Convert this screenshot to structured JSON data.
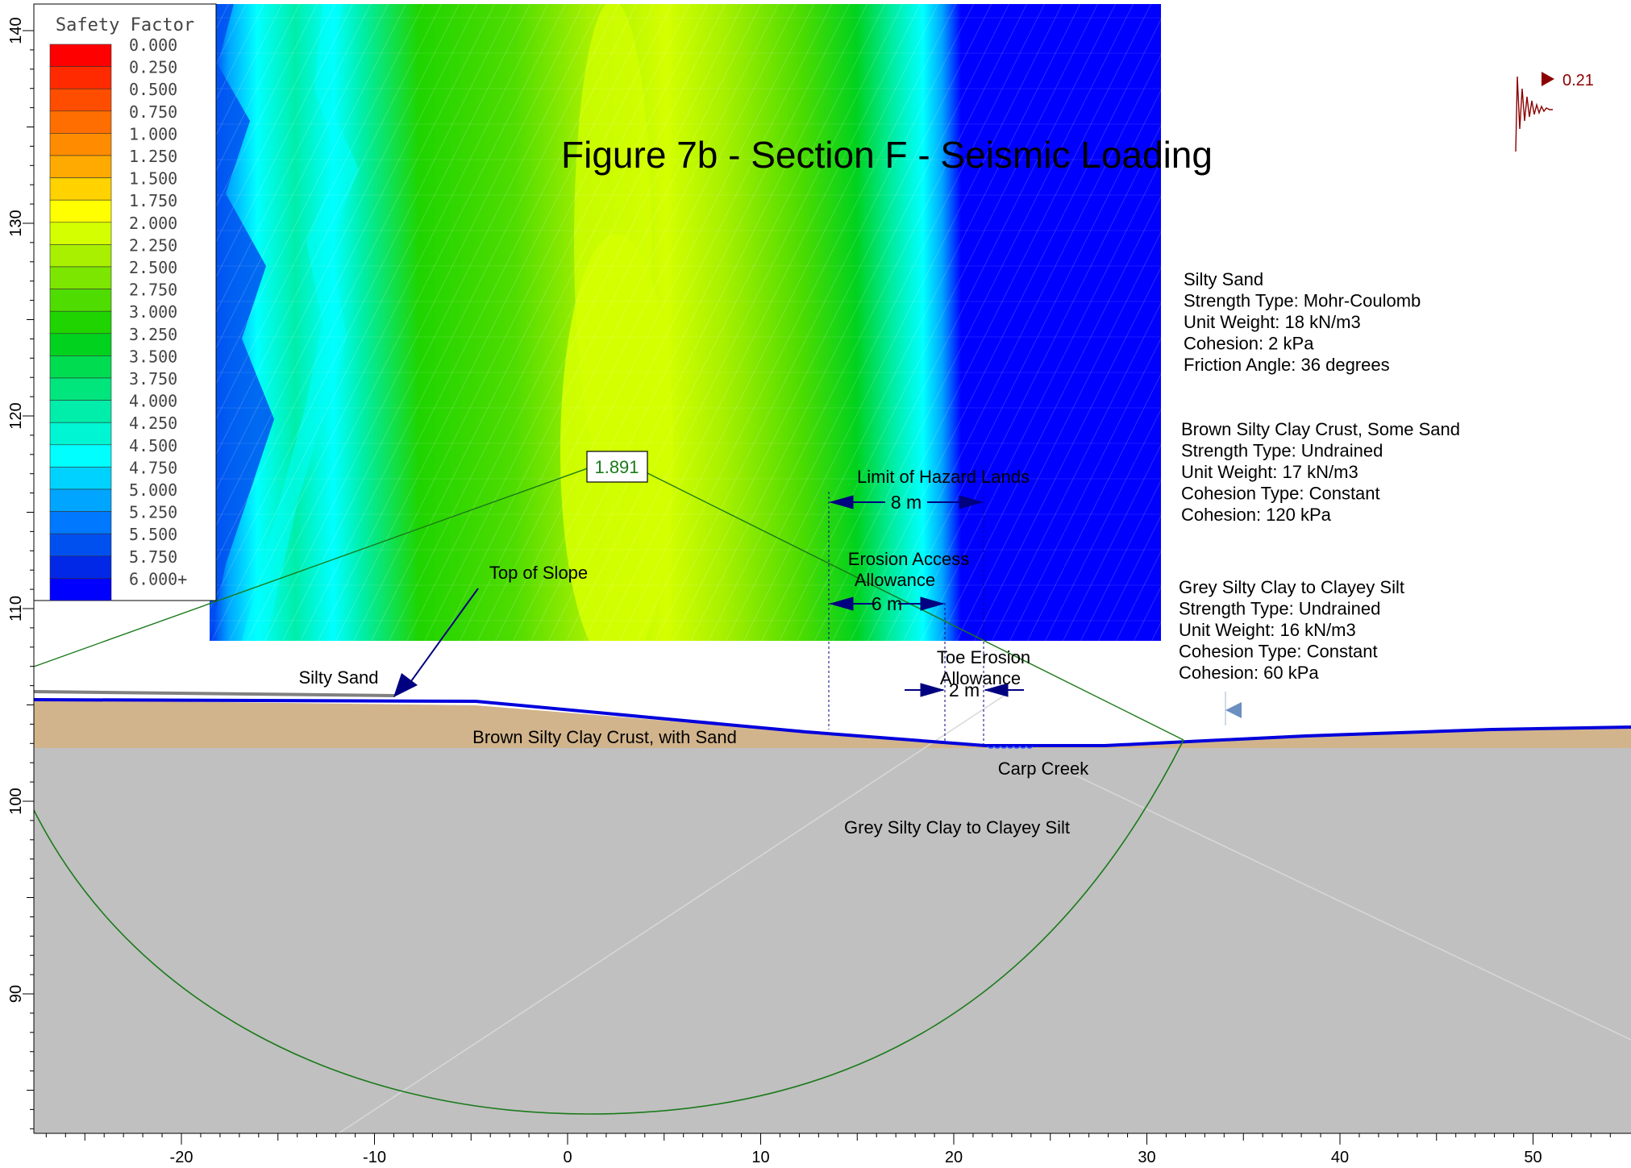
{
  "title": "Figure 7b - Section F - Seismic Loading",
  "legend": {
    "heading": "Safety Factor",
    "entries": [
      {
        "label": "0.000",
        "color": "#ff0000"
      },
      {
        "label": "0.250",
        "color": "#ff2a00"
      },
      {
        "label": "0.500",
        "color": "#ff4d00"
      },
      {
        "label": "0.750",
        "color": "#ff6e00"
      },
      {
        "label": "1.000",
        "color": "#ff8c00"
      },
      {
        "label": "1.250",
        "color": "#ffaa00"
      },
      {
        "label": "1.500",
        "color": "#ffd200"
      },
      {
        "label": "1.750",
        "color": "#ffff00"
      },
      {
        "label": "2.000",
        "color": "#d4ff00"
      },
      {
        "label": "2.250",
        "color": "#a8f000"
      },
      {
        "label": "2.500",
        "color": "#7de600"
      },
      {
        "label": "2.750",
        "color": "#4fdc00"
      },
      {
        "label": "3.000",
        "color": "#1fd400"
      },
      {
        "label": "3.250",
        "color": "#00d21e"
      },
      {
        "label": "3.500",
        "color": "#00dc50"
      },
      {
        "label": "3.750",
        "color": "#00e67d"
      },
      {
        "label": "4.000",
        "color": "#00eeaa"
      },
      {
        "label": "4.250",
        "color": "#00f5d2"
      },
      {
        "label": "4.500",
        "color": "#00ffff"
      },
      {
        "label": "4.750",
        "color": "#00d2ff"
      },
      {
        "label": "5.000",
        "color": "#00a5ff"
      },
      {
        "label": "5.250",
        "color": "#0078ff"
      },
      {
        "label": "5.500",
        "color": "#0050f0"
      },
      {
        "label": "5.750",
        "color": "#0028e6"
      },
      {
        "label": "6.000+",
        "color": "#0000ff"
      }
    ]
  },
  "axes": {
    "x_ticks": [
      "-20",
      "-10",
      "0",
      "10",
      "20",
      "30",
      "40",
      "50"
    ],
    "y_ticks": [
      "140",
      "130",
      "120",
      "110",
      "100",
      "90"
    ]
  },
  "seismic": {
    "coefficient": "0.21"
  },
  "safety_factor_label": "1.891",
  "annotations": {
    "top_of_slope": "Top of Slope",
    "silty_sand": "Silty Sand",
    "brown_layer": "Brown Silty Clay Crust, with Sand",
    "grey_layer": "Grey Silty Clay to Clayey Silt",
    "carp_creek": "Carp Creek",
    "hazard_title": "Limit of Hazard Lands",
    "hazard_dim": "8 m",
    "erosion_title_1": "Erosion Access",
    "erosion_title_2": "Allowance",
    "erosion_dim": "6 m",
    "toe_title_1": "Toe Erosion",
    "toe_title_2": "Allowance",
    "toe_dim": "2 m"
  },
  "materials": [
    {
      "lines": [
        "Silty Sand",
        "Strength Type: Mohr-Coulomb",
        "Unit Weight: 18 kN/m3",
        "Cohesion: 2 kPa",
        "Friction Angle: 36 degrees"
      ]
    },
    {
      "lines": [
        "Brown Silty Clay Crust, Some Sand",
        "Strength Type: Undrained",
        "Unit Weight: 17 kN/m3",
        "Cohesion Type: Constant",
        "Cohesion: 120 kPa"
      ]
    },
    {
      "lines": [
        "Grey Silty Clay to Clayey Silt",
        "Strength Type: Undrained",
        "Unit Weight: 16 kN/m3",
        "Cohesion Type: Constant",
        "Cohesion: 60 kPa"
      ]
    }
  ],
  "colors": {
    "grey_layer": "#c0c0c0",
    "brown_layer": "#d2b48c",
    "ground_line": "#0000dd",
    "slip_surface": "#1a7a1a",
    "dimension": "#000080",
    "seismic": "#8b0000"
  }
}
